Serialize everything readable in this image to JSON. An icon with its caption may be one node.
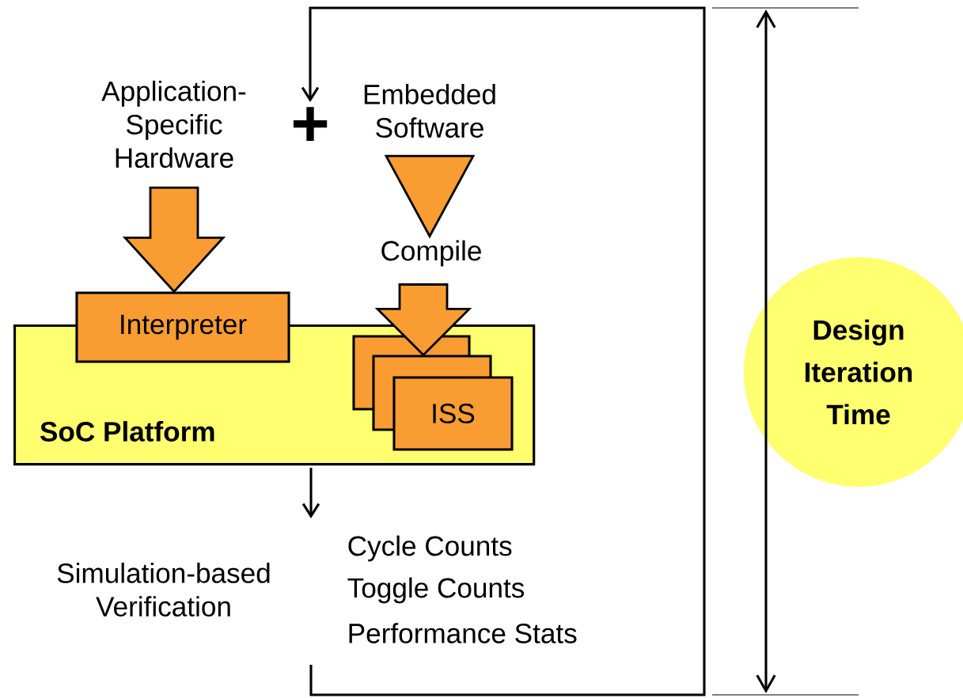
{
  "diagram": {
    "nodes": [
      {
        "text": [
          "Application-Specific Hardware"
        ]
      },
      {
        "text": [
          "+"
        ]
      },
      {
        "text": [
          "Embedded Software"
        ]
      },
      {
        "text": [
          "Compile"
        ]
      },
      {
        "text": [
          "SoC Platform"
        ]
      },
      {
        "text": [
          "Interpreter"
        ]
      },
      {
        "text": [],
        "shape": "box",
        "in": 4
      },
      {
        "text": [],
        "shape": "box",
        "in": 4
      },
      {
        "text": [
          "ISS"
        ],
        "in": 4
      },
      {
        "text": [
          "Simulation-based Verification"
        ]
      },
      {
        "text": [
          "Design Iteration Time"
        ]
      }
    ],
    "edges": [
      {
        "from": 0,
        "to": 5,
        "arrow": "to",
        "style": "thick",
        "color": "#f99d33"
      },
      {
        "from": 2,
        "to": 3,
        "arrow": "to",
        "style": "thick",
        "color": "#f99d33"
      },
      {
        "from": 3,
        "to": 6,
        "arrow": "to",
        "style": "thick",
        "color": "#f99d33"
      },
      {
        "from": 4,
        "to": null,
        "arrow": "to"
      },
      {
        "from": null,
        "to": 1,
        "arrow": "to"
      }
    ],
    "labels": [
      "Cycle Counts",
      "Toggle Counts",
      "Performance Stats"
    ]
  }
}
